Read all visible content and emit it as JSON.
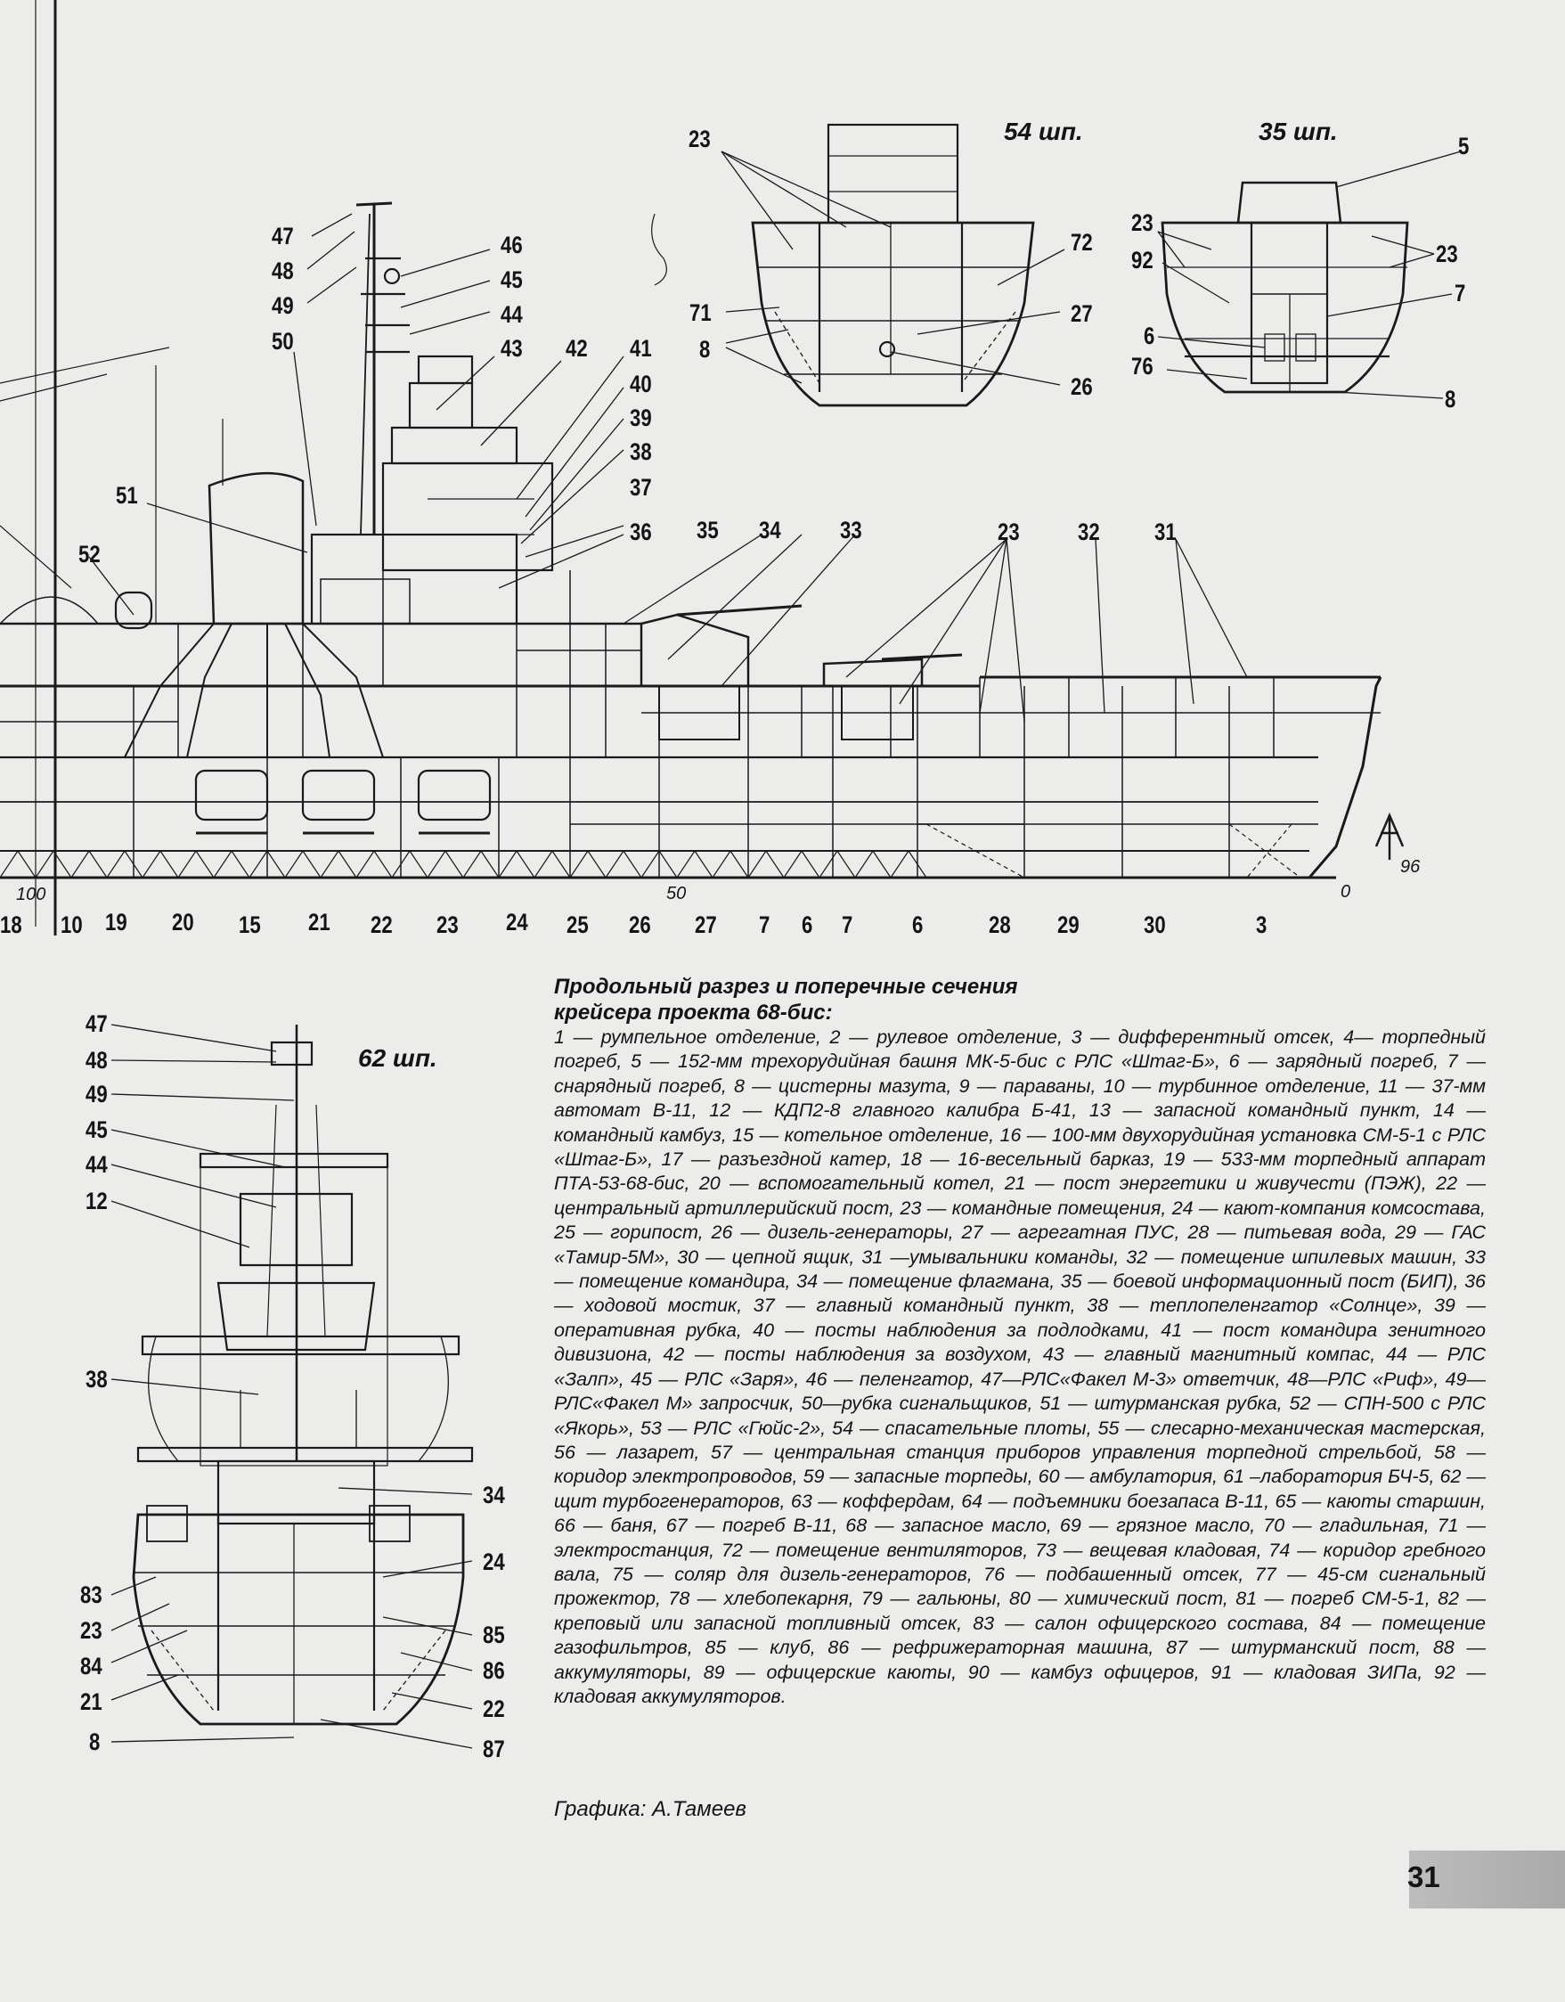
{
  "sections": {
    "s54": "54 шп.",
    "s35": "35 шп.",
    "s62": "62 шп."
  },
  "longitudinal_labels": {
    "top": [
      "47",
      "48",
      "49",
      "50",
      "46",
      "45",
      "44",
      "43",
      "42",
      "41",
      "40",
      "39",
      "38",
      "37",
      "36",
      "35",
      "34",
      "33",
      "23",
      "32",
      "31",
      "51",
      "52"
    ],
    "bottom": [
      "18",
      "10",
      "19",
      "20",
      "15",
      "21",
      "22",
      "23",
      "24",
      "25",
      "26",
      "27",
      "7",
      "6",
      "7",
      "6",
      "28",
      "29",
      "30",
      "3"
    ],
    "scale": [
      "100",
      "50",
      "0"
    ],
    "monogram": "96"
  },
  "frame54_labels": [
    "23",
    "72",
    "71",
    "8",
    "27",
    "26"
  ],
  "frame35_labels": [
    "5",
    "23",
    "92",
    "23",
    "7",
    "6",
    "76",
    "8"
  ],
  "frame62_labels": {
    "left": [
      "47",
      "48",
      "49",
      "45",
      "44",
      "12",
      "38",
      "83",
      "23",
      "84",
      "21",
      "8"
    ],
    "right": [
      "34",
      "24",
      "85",
      "86",
      "22",
      "87"
    ]
  },
  "caption": {
    "title_line1": "Продольный разрез и поперечные сечения",
    "title_line2": "крейсера проекта 68-бис:",
    "body": "1 — румпельное отделение, 2 — рулевое отделение, 3 — дифферентный отсек, 4— торпедный погреб, 5 — 152-мм трехорудийная башня МК-5-бис с РЛС «Штаг-Б», 6 — зарядный погреб, 7 — снарядный погреб, 8 — цистерны мазута, 9 — параваны, 10 — турбинное отделение, 11 — 37-мм автомат В-11, 12 — КДП2-8 главного калибра Б-41, 13 — запасной командный пункт, 14 — командный камбуз, 15 — котельное отделение, 16 — 100-мм двухорудийная установка СМ-5-1 с РЛС «Штаг-Б», 17 — разъездной катер, 18 — 16-весельный барказ, 19 — 533-мм торпедный аппарат ПТА-53-68-бис, 20 — вспомогательный котел, 21 — пост энергетики и живучести (ПЭЖ), 22 — центральный артиллерийский пост, 23 — командные помещения, 24 — кают-компания комсостава, 25 — горипост, 26 — дизель-генераторы, 27 — агрегатная ПУС, 28 — питьевая вода, 29 — ГАС «Тамир-5М», 30 — цепной ящик, 31 —умывальники команды, 32 — помещение шпилевых машин, 33 — помещение командира, 34 — помещение флагмана, 35 — боевой информационный пост (БИП), 36 — ходовой мостик, 37 — главный командный пункт, 38 — теплопеленгатор «Солнце», 39 — оперативная рубка, 40 — посты наблюдения за подлодками, 41 — пост командира зенитного дивизиона, 42 — посты наблюдения за воздухом, 43 — главный магнитный компас, 44 — РЛС «Залп», 45 — РЛС «Заря», 46 — пеленгатор, 47—РЛС«Факел М-3» ответчик, 48—РЛС «Риф», 49—РЛС«Факел М» запросчик, 50—рубка сигнальщиков, 51 — штурманская рубка, 52 — СПН-500 с РЛС «Якорь», 53 — РЛС «Гюйс-2», 54 — спасательные плоты, 55 — слесарно-механическая мастерская, 56 — лазарет, 57 — центральная станция приборов управления торпедной стрельбой, 58 — коридор электропроводов, 59 — запасные торпеды, 60 — амбулатория, 61 –лаборатория БЧ-5, 62 — щит турбогенераторов, 63 — коффердам, 64 — подъемники боезапаса В-11, 65 — каюты старшин, 66 — баня, 67 — погреб В-11, 68 — запасное масло, 69 — грязное масло, 70 — гладильная, 71 — электростанция, 72 — помещение вентиляторов, 73 — вещевая кладовая, 74 — коридор гребного вала, 75 — соляр для дизель-генераторов, 76 — подбашенный отсек, 77 — 45-см сигнальный прожектор, 78 — хлебопекарня, 79 — гальюны, 80 — химический пост, 81 — погреб СМ-5-1, 82 — креповый или запасной топливный отсек, 83 — салон офицерского состава, 84 — помещение газофильтров, 85 — клуб, 86 — рефрижераторная машина, 87 — штурманский пост, 88 — аккумуляторы, 89 — офицерские каюты, 90 — камбуз офицеров, 91 — кладовая ЗИПа, 92 — кладовая аккумуляторов."
  },
  "credit": "Графика: А.Тамеев",
  "page_number": "31"
}
